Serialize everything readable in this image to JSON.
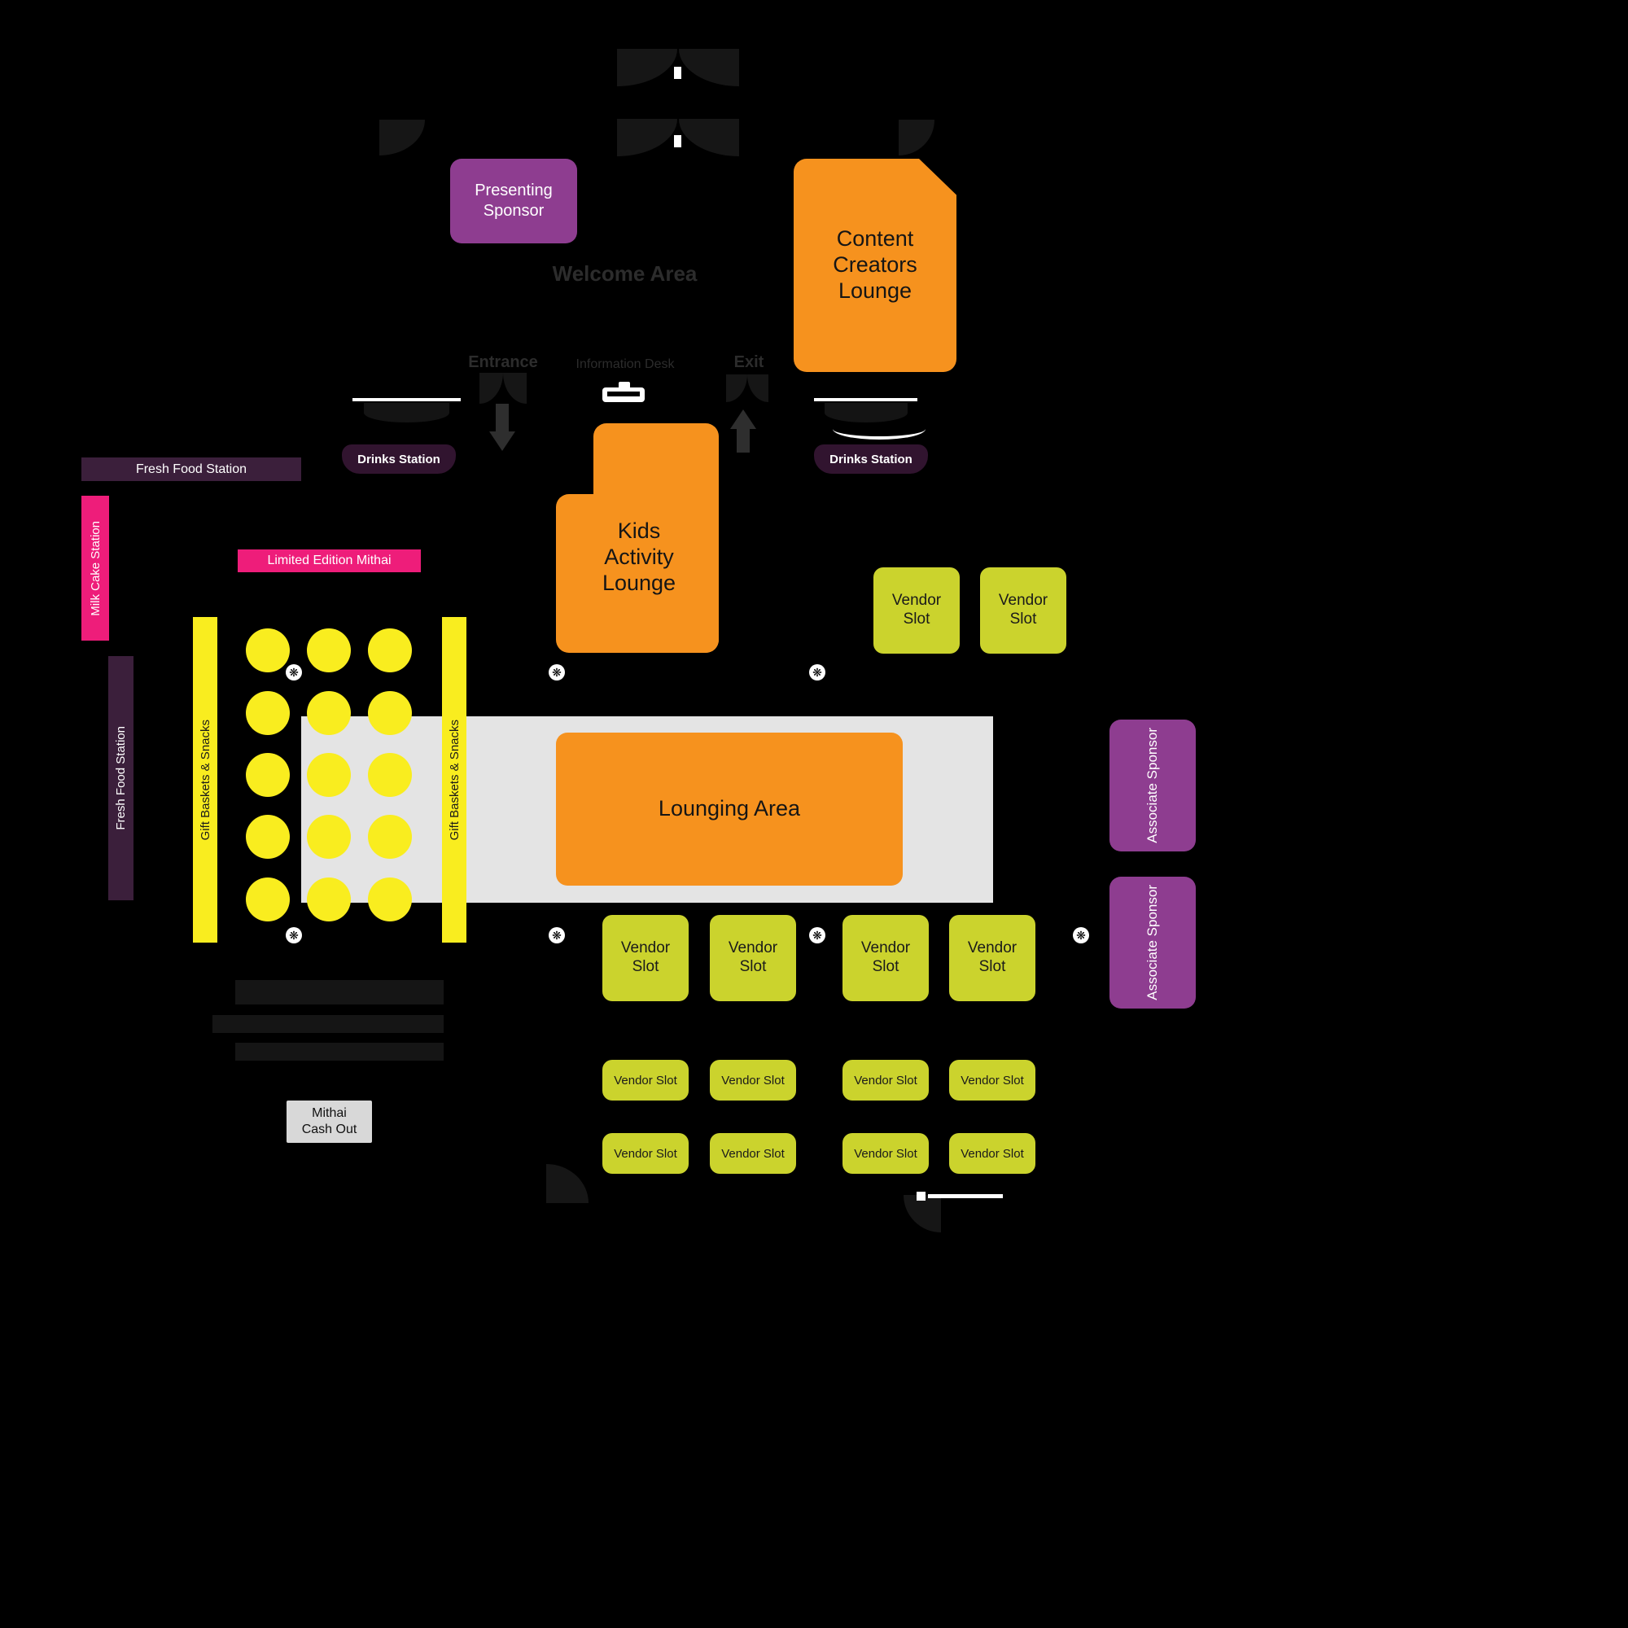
{
  "labels": {
    "presenting_sponsor": "Presenting Sponsor",
    "welcome_area": "Welcome Area",
    "content_creators_lounge": "Content Creators Lounge",
    "entrance": "Entrance",
    "information_desk": "Information Desk",
    "exit": "Exit",
    "drinks_station": "Drinks Station",
    "fresh_food_station": "Fresh Food Station",
    "milk_cake_station": "Milk Cake Station",
    "limited_edition_mithai": "Limited Edition Mithai",
    "kids_activity_lounge": "Kids Activity Lounge",
    "gift_baskets_snacks": "Gift Baskets & Snacks",
    "lounging_area": "Lounging Area",
    "vendor_slot": "Vendor Slot",
    "associate_sponsor": "Associate Sponsor",
    "mithai_cash_out": "Mithai Cash Out"
  },
  "icons": {
    "utility_marker": "❋"
  },
  "colors": {
    "purple": "#8e3d90",
    "orange": "#f6921e",
    "lime": "#cbd32d",
    "yellow": "#f9ed1f",
    "pink": "#ee1d7a",
    "dark_purple": "#3b1f3b",
    "light_gray": "#e4e4e4",
    "background": "#000000"
  }
}
